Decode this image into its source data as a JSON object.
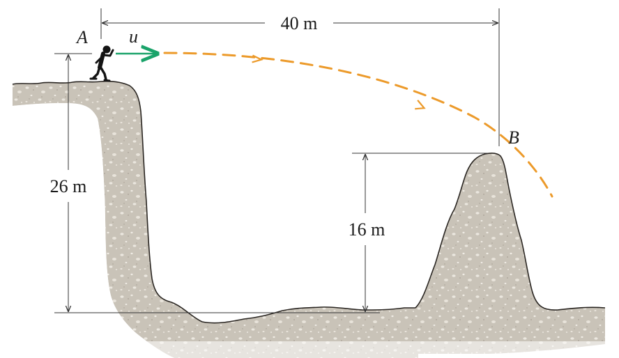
{
  "labels": {
    "point_a": "A",
    "point_b": "B",
    "velocity": "u",
    "horizontal_distance": "40 m",
    "cliff_height": "26 m",
    "rock_height": "16 m"
  },
  "colors": {
    "rock_fill": "#c9c3b8",
    "rock_outline": "#2a2622",
    "rock_speckle": "#ebe7df",
    "trajectory": "#ec9a2a",
    "velocity_arrow": "#1aa36a",
    "dimension_line": "#333333",
    "person": "#141414"
  },
  "icons": {
    "person": "running-person-icon"
  }
}
